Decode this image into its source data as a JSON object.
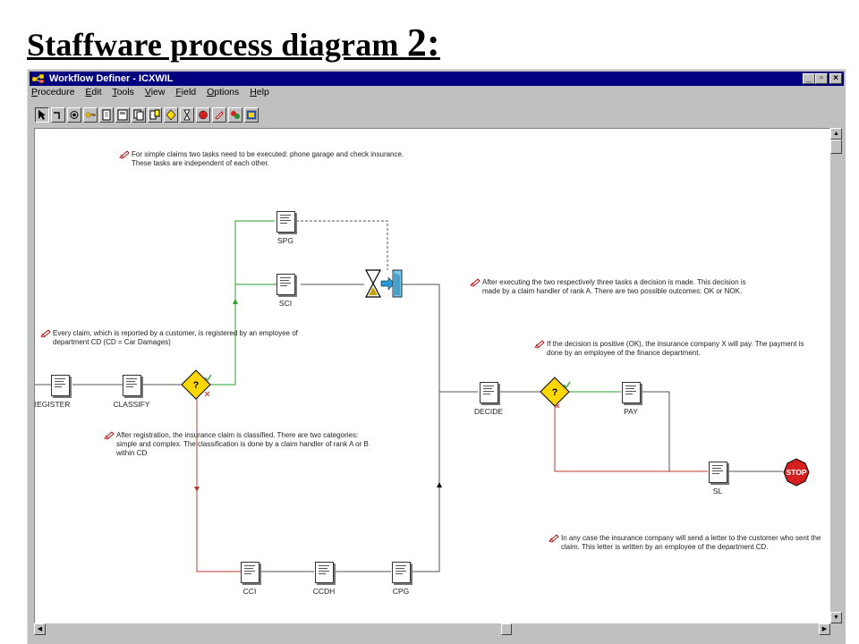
{
  "slide": {
    "title_main": "Staffware process diagram ",
    "title_number": "2:"
  },
  "window": {
    "title": "Workflow Definer - ICXWIL",
    "buttons": {
      "minimize": "_",
      "maximize": "▫",
      "close": "×"
    }
  },
  "menu": [
    "Procedure",
    "Edit",
    "Tools",
    "View",
    "Field",
    "Options",
    "Help"
  ],
  "toolbar": [
    {
      "icon": "arrow-select-icon"
    },
    {
      "icon": "connector-icon"
    },
    {
      "icon": "start-step-icon"
    },
    {
      "icon": "key-icon"
    },
    {
      "icon": "document-step-icon"
    },
    {
      "icon": "form-step-icon"
    },
    {
      "icon": "copy-step-icon"
    },
    {
      "icon": "multi-step-icon"
    },
    {
      "icon": "condition-icon"
    },
    {
      "icon": "wait-icon"
    },
    {
      "icon": "stop-step-icon"
    },
    {
      "icon": "annotation-icon"
    },
    {
      "icon": "event-icon"
    },
    {
      "icon": "subprocedure-icon"
    }
  ],
  "nodes": {
    "register": "REGISTER",
    "classify": "CLASSIFY",
    "spg": "SPG",
    "sci": "SCI",
    "cci": "CCI",
    "ccdh": "CCDH",
    "cpg": "CPG",
    "decide": "DECIDE",
    "pay": "PAY",
    "sl": "SL",
    "stop": "STOP",
    "cond1": "?",
    "cond2": "?"
  },
  "notes": {
    "simple": "For simple claims two tasks need to be executed: phone garage and check insurance. These tasks are independent of each other.",
    "every": "Every claim, which is reported by a customer, is registered by an employee of department CD (CD = Car Damages)",
    "after_reg": "After registration, the insurance claim is classified. There are two categories: simple and complex. The classification is done by a claim handler of rank A or B within CD",
    "after_exec": "After executing the two respectively three tasks a decision is made. This decision is made by a claim handler of rank A. There are two possible outcomes: OK or NOK.",
    "positive": "If the decision is positive (OK), the insurance company X will pay. The payment is done by an employee of the finance department.",
    "any_case": "In any case the insurance company will send a letter to the customer who sent the claim. This letter is written by an employee of the department CD."
  },
  "colors": {
    "accepted_path": "#2ca02c",
    "rejected_path": "#c0392b",
    "titlebar": "#000080",
    "stop_fill": "#d62020"
  }
}
